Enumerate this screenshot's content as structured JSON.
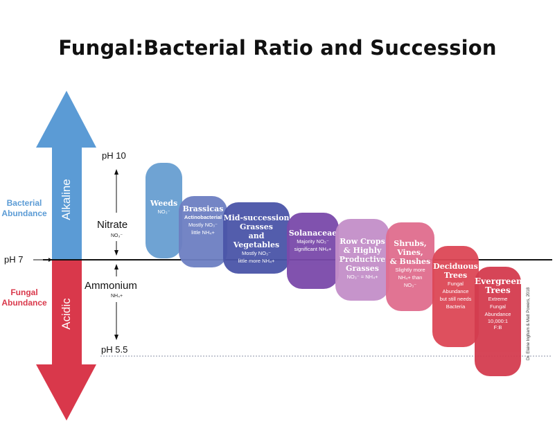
{
  "title": "Fungal:Bacterial Ratio and Succession",
  "left_labels": {
    "bacterial": [
      "Bacterial",
      "Abundance"
    ],
    "fungal": [
      "Fungal",
      "Abundance"
    ],
    "alkaline": "Alkaline",
    "acidic": "Acidic",
    "ph7": "pH 7"
  },
  "scale": {
    "ph10": "pH 10",
    "nitrate": "Nitrate",
    "nitrate_sub": "NO₃⁻",
    "ammonium": "Ammonium",
    "ammonium_sub": "NH₄+",
    "ph55": "pH 5.5"
  },
  "boxes": [
    {
      "title": [
        "Weeds"
      ],
      "notes": [
        "NO₃⁻"
      ],
      "color": "#6fa3d3"
    },
    {
      "title": [
        "Brassicas"
      ],
      "bold_note": "Actinobacterial",
      "notes": [
        "Mostly NO₃⁻",
        "little NH₄+"
      ],
      "color": "#6d7fc2"
    },
    {
      "title": [
        "Mid-succession",
        "Grasses",
        "and",
        "Vegetables"
      ],
      "notes": [
        "Mostly NO₃⁻",
        "little more NH₄+"
      ],
      "color": "#4a55a8"
    },
    {
      "title": [
        "Solanaceae"
      ],
      "notes": [
        "Majority NO₃⁻",
        "significant NH₄+"
      ],
      "color": "#7a49aa"
    },
    {
      "title": [
        "Row Crops",
        "& Highly",
        "Productive",
        "Grasses"
      ],
      "notes": [
        "NO₃⁻ = NH₄+"
      ],
      "color": "#c48fc9"
    },
    {
      "title": [
        "Shrubs,",
        "Vines,",
        "& Bushes"
      ],
      "notes": [
        "Slightly more",
        "NH₄+ than",
        "NO₃⁻"
      ],
      "color": "#e06d8e"
    },
    {
      "title": [
        "Deciduous",
        "Trees"
      ],
      "notes": [
        "Fungal",
        "Abundance",
        "but still needs",
        "Bacteria"
      ],
      "color": "#dd4756"
    },
    {
      "title": [
        "Evergreen",
        "Trees"
      ],
      "notes": [
        "Extreme",
        "Fungal",
        "Abundance",
        "10,000:1",
        "F:B"
      ],
      "color": "#d43c4f"
    }
  ],
  "credit": "Dr. Elaine Ingham & Matt Powers, 2018",
  "colors": {
    "bacterial": "#5b9bd5",
    "fungal": "#d9384b"
  }
}
